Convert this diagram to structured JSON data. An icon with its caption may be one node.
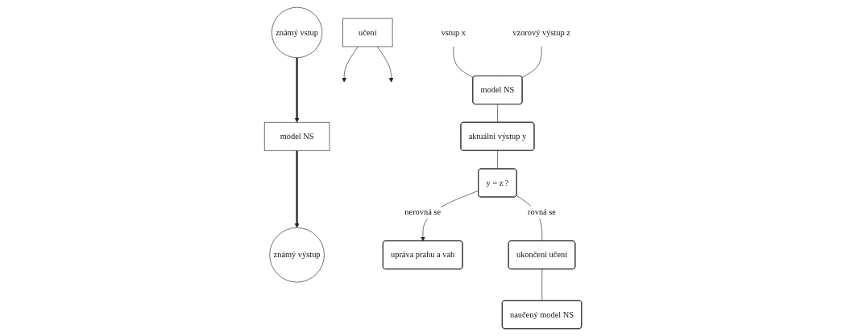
{
  "diagram": {
    "nodes": [
      {
        "text": [
          "známý vstup"
        ]
      },
      {
        "text": [
          "model NS"
        ]
      },
      {
        "text": [
          "známý výstup"
        ]
      },
      {
        "text": [
          "učení"
        ]
      },
      {
        "text": [
          "vstup x"
        ]
      },
      {
        "text": [
          "vzorový výstup z"
        ]
      },
      {
        "text": [
          "model NS"
        ]
      },
      {
        "text": [
          "aktuálni výstup y"
        ]
      },
      {
        "text": [
          "y = z ?"
        ]
      },
      {
        "text": [
          "upráva prahu a vah"
        ]
      },
      {
        "text": [
          "ukončeni učení"
        ]
      },
      {
        "text": [
          "naučený model NS"
        ]
      }
    ],
    "edges": [
      {
        "from": 0,
        "to": 1,
        "arrow": "to",
        "style": "thick"
      },
      {
        "from": 1,
        "to": 2,
        "arrow": "to",
        "style": "thick"
      },
      {
        "from": 3,
        "to": null,
        "arrow": "to"
      },
      {
        "from": 3,
        "to": null,
        "arrow": "to"
      },
      {
        "from": 4,
        "to": 6,
        "arrow": "none"
      },
      {
        "from": 5,
        "to": 6,
        "arrow": "none"
      },
      {
        "from": 6,
        "to": 7,
        "arrow": "none"
      },
      {
        "from": 7,
        "to": 8,
        "arrow": "none"
      },
      {
        "from": 8,
        "to": 9,
        "arrow": "to",
        "label": "nerovná se"
      },
      {
        "from": 8,
        "to": 10,
        "arrow": "none",
        "label": "rovná se"
      },
      {
        "from": 10,
        "to": 11,
        "arrow": "none"
      }
    ]
  }
}
